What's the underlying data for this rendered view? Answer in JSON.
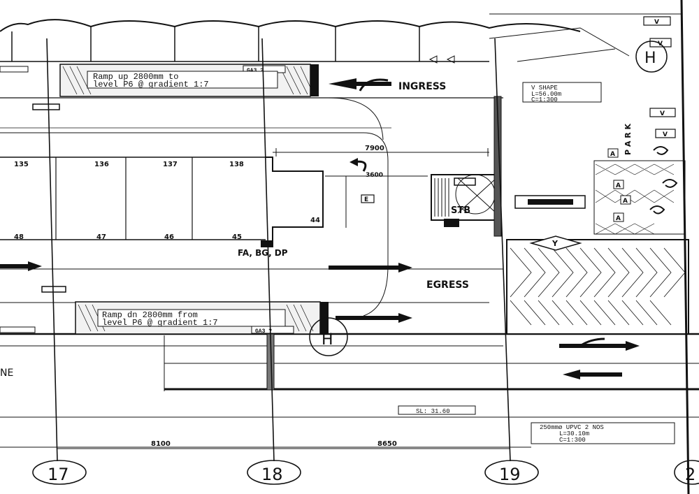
{
  "ramps": {
    "up": {
      "line1": "Ramp up 2800mm to",
      "line2": "level P6 @ gradient 1:7",
      "tag": "GA3 ?"
    },
    "down": {
      "line1": "Ramp dn 2800mm from",
      "line2": "level P6 @ gradient 1:7",
      "tag": "GA3 ?"
    }
  },
  "traffic": {
    "ingress": "INGRESS",
    "egress": "EGRESS"
  },
  "bays": {
    "top_numbers": [
      "135",
      "136",
      "137",
      "138"
    ],
    "bottom_numbers": [
      "48",
      "47",
      "46",
      "45"
    ]
  },
  "labels": {
    "fa_bg_dp": "FA, BG, DP",
    "stair": "STB",
    "dim_top": "7900",
    "dim_turn": "3600",
    "dim_44": "44",
    "e_tag": "E",
    "hydrant": "H",
    "park_vertical": "P A R K",
    "zone_ne": "NE",
    "sill": "SL: 31.60",
    "y_marker": "Y"
  },
  "drain_v": {
    "line1": "V SHAPE",
    "line2": "L=56.00m",
    "line3": "C=1:300"
  },
  "pipe": {
    "line1": "250mmø UPVC 2 NOS",
    "line2": "L=30.10m",
    "line3": "C=1:300"
  },
  "v_tags": [
    "V",
    "V",
    "V",
    "V"
  ],
  "accessible_tags": [
    "A",
    "A",
    "A",
    "A"
  ],
  "dims_bottom": {
    "left": "8100",
    "right": "8650"
  },
  "grid": [
    "17",
    "18",
    "19",
    "2"
  ]
}
